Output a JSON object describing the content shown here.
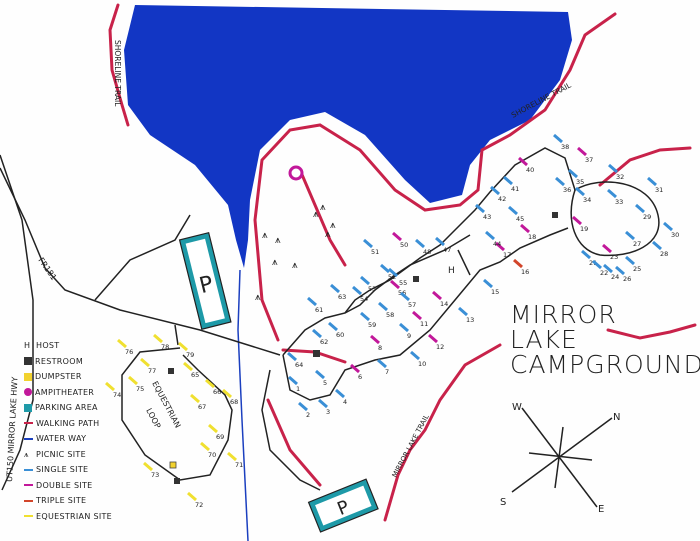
{
  "title": [
    "MIRROR",
    "LAKE",
    "CAMPGROUND"
  ],
  "labels": {
    "shoreline_trail_left": "SHORELINE TRAIL",
    "shoreline_trail_right": "SHORELINE TRAIL",
    "mirror_lake_trail": "MIRROR LAKE TRAIL",
    "highway": "UT150 MIRROR LAKE HWY",
    "forest_road": "FR181",
    "equestrian_loop": [
      "EQUESTRIAN",
      "LOOP"
    ],
    "parking_symbol": "P",
    "host_symbol": "H"
  },
  "compass": {
    "n": "N",
    "s": "S",
    "e": "E",
    "w": "W"
  },
  "legend": [
    {
      "symbol": "H",
      "label": "HOST",
      "kind": "text"
    },
    {
      "label": "RESTROOM",
      "kind": "box",
      "color": "#333333"
    },
    {
      "label": "DUMPSTER",
      "kind": "box",
      "color": "#f2d22e"
    },
    {
      "label": "AMPITHEATER",
      "kind": "dot",
      "color": "#c2189a"
    },
    {
      "label": "PARKING AREA",
      "kind": "box",
      "color": "#1e9aa8"
    },
    {
      "label": "WALKING PATH",
      "kind": "line",
      "color": "#c8224a"
    },
    {
      "label": "WATER WAY",
      "kind": "line",
      "color": "#1b3fbf"
    },
    {
      "symbol": "⩚",
      "label": "PICNIC SITE",
      "kind": "text"
    },
    {
      "label": "SINGLE SITE",
      "kind": "line",
      "color": "#3a8fd6"
    },
    {
      "label": "DOUBLE SITE",
      "kind": "line",
      "color": "#c2189a"
    },
    {
      "label": "TRIPLE SITE",
      "kind": "line",
      "color": "#d2452a"
    },
    {
      "label": "EQUESTRIAN SITE",
      "kind": "line",
      "color": "#f0e030"
    }
  ],
  "colors": {
    "lake": "#1236c4",
    "trail": "#c8224a",
    "road": "#222222",
    "waterway": "#1b3fbf",
    "parking": "#1e9aa8",
    "single": "#3a8fd6",
    "double": "#c2189a",
    "triple": "#d2452a",
    "equestrian": "#f0e030"
  },
  "sites": [
    "1",
    "2",
    "3",
    "4",
    "5",
    "6",
    "7",
    "8",
    "9",
    "10",
    "11",
    "12",
    "13",
    "14",
    "15",
    "16",
    "17",
    "18",
    "19",
    "21",
    "22",
    "23",
    "24",
    "25",
    "26",
    "27",
    "28",
    "29",
    "30",
    "31",
    "32",
    "33",
    "34",
    "35",
    "36",
    "37",
    "38",
    "40",
    "41",
    "42",
    "43",
    "44",
    "45",
    "47",
    "48",
    "50",
    "51",
    "52",
    "53",
    "54",
    "55",
    "56",
    "57",
    "58",
    "59",
    "60",
    "61",
    "62",
    "63",
    "64",
    "65",
    "66",
    "67",
    "68",
    "69",
    "70",
    "71",
    "72",
    "73",
    "74",
    "75",
    "76",
    "77",
    "78",
    "79"
  ]
}
